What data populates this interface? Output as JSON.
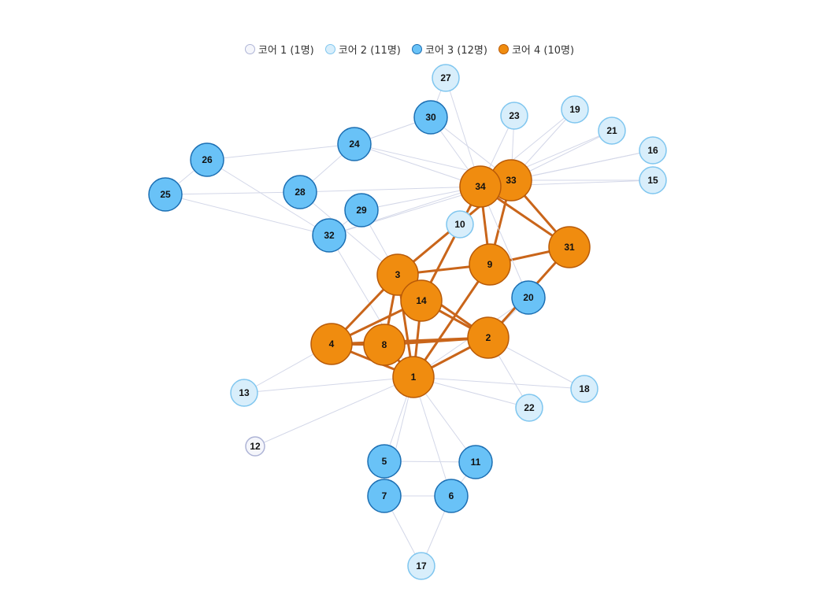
{
  "legend": [
    {
      "label": "코어 1 (1명)",
      "core": 1
    },
    {
      "label": "코어 2 (11명)",
      "core": 2
    },
    {
      "label": "코어 3 (12명)",
      "core": 3
    },
    {
      "label": "코어 4 (10명)",
      "core": 4
    }
  ],
  "core_styles": {
    "1": {
      "fill": "#f5f6fb",
      "stroke": "#aeb4d6"
    },
    "2": {
      "fill": "#d8eefb",
      "stroke": "#7fc6ef"
    },
    "3": {
      "fill": "#69c2f7",
      "stroke": "#1c6fb3"
    },
    "4": {
      "fill": "#f08c0f",
      "stroke": "#b85a08"
    }
  },
  "nodes": [
    {
      "id": "1",
      "core": 4
    },
    {
      "id": "2",
      "core": 4
    },
    {
      "id": "3",
      "core": 4
    },
    {
      "id": "4",
      "core": 4
    },
    {
      "id": "5",
      "core": 3
    },
    {
      "id": "6",
      "core": 3
    },
    {
      "id": "7",
      "core": 3
    },
    {
      "id": "8",
      "core": 4
    },
    {
      "id": "9",
      "core": 4
    },
    {
      "id": "10",
      "core": 2
    },
    {
      "id": "11",
      "core": 3
    },
    {
      "id": "12",
      "core": 1
    },
    {
      "id": "13",
      "core": 2
    },
    {
      "id": "14",
      "core": 4
    },
    {
      "id": "15",
      "core": 2
    },
    {
      "id": "16",
      "core": 2
    },
    {
      "id": "17",
      "core": 2
    },
    {
      "id": "18",
      "core": 2
    },
    {
      "id": "19",
      "core": 2
    },
    {
      "id": "20",
      "core": 3
    },
    {
      "id": "21",
      "core": 2
    },
    {
      "id": "22",
      "core": 2
    },
    {
      "id": "23",
      "core": 2
    },
    {
      "id": "24",
      "core": 3
    },
    {
      "id": "25",
      "core": 3
    },
    {
      "id": "26",
      "core": 3
    },
    {
      "id": "27",
      "core": 2
    },
    {
      "id": "28",
      "core": 3
    },
    {
      "id": "29",
      "core": 3
    },
    {
      "id": "30",
      "core": 3
    },
    {
      "id": "31",
      "core": 4
    },
    {
      "id": "32",
      "core": 3
    },
    {
      "id": "33",
      "core": 4
    },
    {
      "id": "34",
      "core": 4
    }
  ],
  "edges": [
    [
      "1",
      "2"
    ],
    [
      "1",
      "3"
    ],
    [
      "1",
      "4"
    ],
    [
      "1",
      "5"
    ],
    [
      "1",
      "6"
    ],
    [
      "1",
      "7"
    ],
    [
      "1",
      "8"
    ],
    [
      "1",
      "9"
    ],
    [
      "1",
      "11"
    ],
    [
      "1",
      "12"
    ],
    [
      "1",
      "13"
    ],
    [
      "1",
      "14"
    ],
    [
      "1",
      "18"
    ],
    [
      "1",
      "20"
    ],
    [
      "1",
      "22"
    ],
    [
      "1",
      "32"
    ],
    [
      "2",
      "3"
    ],
    [
      "2",
      "4"
    ],
    [
      "2",
      "8"
    ],
    [
      "2",
      "14"
    ],
    [
      "2",
      "18"
    ],
    [
      "2",
      "20"
    ],
    [
      "2",
      "22"
    ],
    [
      "2",
      "31"
    ],
    [
      "3",
      "4"
    ],
    [
      "3",
      "8"
    ],
    [
      "3",
      "9"
    ],
    [
      "3",
      "10"
    ],
    [
      "3",
      "14"
    ],
    [
      "3",
      "28"
    ],
    [
      "3",
      "29"
    ],
    [
      "3",
      "33"
    ],
    [
      "4",
      "8"
    ],
    [
      "4",
      "13"
    ],
    [
      "4",
      "14"
    ],
    [
      "5",
      "7"
    ],
    [
      "5",
      "11"
    ],
    [
      "6",
      "7"
    ],
    [
      "6",
      "11"
    ],
    [
      "6",
      "17"
    ],
    [
      "7",
      "17"
    ],
    [
      "9",
      "31"
    ],
    [
      "9",
      "33"
    ],
    [
      "9",
      "34"
    ],
    [
      "10",
      "34"
    ],
    [
      "14",
      "34"
    ],
    [
      "15",
      "33"
    ],
    [
      "15",
      "34"
    ],
    [
      "16",
      "33"
    ],
    [
      "16",
      "34"
    ],
    [
      "19",
      "33"
    ],
    [
      "19",
      "34"
    ],
    [
      "20",
      "34"
    ],
    [
      "21",
      "33"
    ],
    [
      "21",
      "34"
    ],
    [
      "23",
      "33"
    ],
    [
      "23",
      "34"
    ],
    [
      "24",
      "26"
    ],
    [
      "24",
      "28"
    ],
    [
      "24",
      "30"
    ],
    [
      "24",
      "33"
    ],
    [
      "24",
      "34"
    ],
    [
      "25",
      "26"
    ],
    [
      "25",
      "28"
    ],
    [
      "25",
      "32"
    ],
    [
      "26",
      "32"
    ],
    [
      "27",
      "30"
    ],
    [
      "27",
      "34"
    ],
    [
      "28",
      "34"
    ],
    [
      "29",
      "32"
    ],
    [
      "29",
      "34"
    ],
    [
      "30",
      "33"
    ],
    [
      "30",
      "34"
    ],
    [
      "31",
      "33"
    ],
    [
      "31",
      "34"
    ],
    [
      "32",
      "33"
    ],
    [
      "32",
      "34"
    ],
    [
      "33",
      "34"
    ]
  ]
}
